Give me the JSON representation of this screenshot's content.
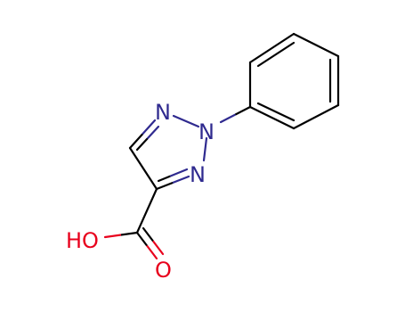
{
  "colors": {
    "carbon_bond": "#000000",
    "nitrogen": "#2f2a8f",
    "oxygen": "#e8001c",
    "background": "#ffffff"
  },
  "atoms": {
    "n1": "N",
    "n2": "N",
    "n3": "N",
    "o_hydroxyl": "HO",
    "o_carbonyl": "O"
  }
}
